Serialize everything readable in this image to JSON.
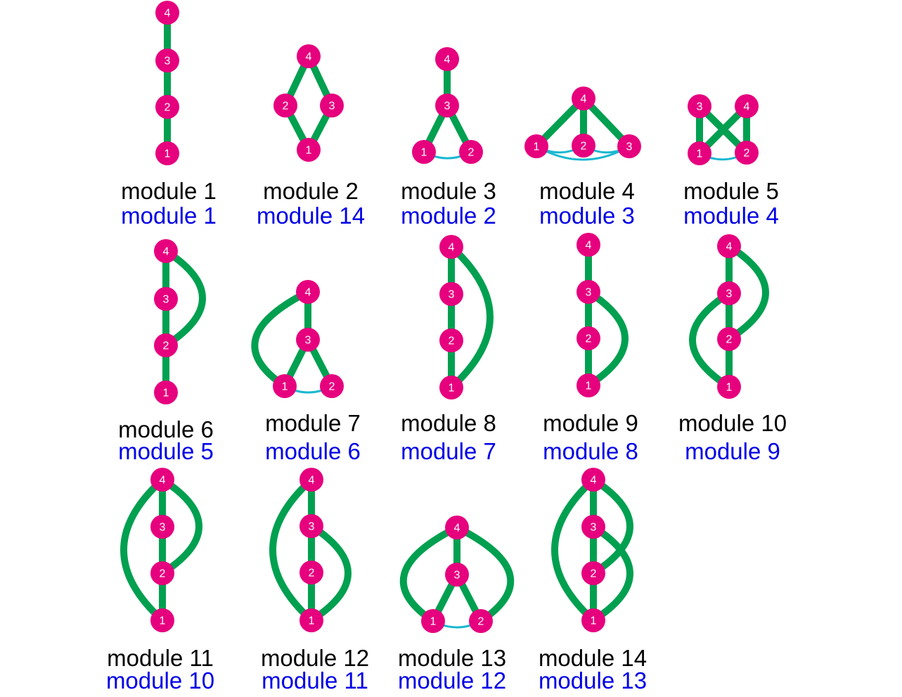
{
  "colors": {
    "node": "#e6007e",
    "node_text": "#ffffff",
    "strong_edge": "#00a050",
    "weak_edge": "#1ab8d0",
    "primary_label": "#000000",
    "secondary_label": "#0000e6"
  },
  "modules": [
    {
      "primary": "module 1",
      "secondary": "module 1",
      "nodes": [
        "1",
        "2",
        "3",
        "4"
      ]
    },
    {
      "primary": "module 2",
      "secondary": "module 14",
      "nodes": [
        "1",
        "2",
        "3",
        "4"
      ]
    },
    {
      "primary": "module 3",
      "secondary": "module 2",
      "nodes": [
        "1",
        "2",
        "3",
        "4"
      ]
    },
    {
      "primary": "module 4",
      "secondary": "module 3",
      "nodes": [
        "1",
        "2",
        "3",
        "4"
      ]
    },
    {
      "primary": "module 5",
      "secondary": "module 4",
      "nodes": [
        "1",
        "2",
        "3",
        "4"
      ]
    },
    {
      "primary": "module 6",
      "secondary": "module 5",
      "nodes": [
        "1",
        "2",
        "3",
        "4"
      ]
    },
    {
      "primary": "module 7",
      "secondary": "module 6",
      "nodes": [
        "1",
        "2",
        "3",
        "4"
      ]
    },
    {
      "primary": "module 8",
      "secondary": "module 7",
      "nodes": [
        "1",
        "2",
        "3",
        "4"
      ]
    },
    {
      "primary": "module 9",
      "secondary": "module 8",
      "nodes": [
        "1",
        "2",
        "3",
        "4"
      ]
    },
    {
      "primary": "module 10",
      "secondary": "module 9",
      "nodes": [
        "1",
        "2",
        "3",
        "4"
      ]
    },
    {
      "primary": "module 11",
      "secondary": "module 10",
      "nodes": [
        "1",
        "2",
        "3",
        "4"
      ]
    },
    {
      "primary": "module 12",
      "secondary": "module 11",
      "nodes": [
        "1",
        "2",
        "3",
        "4"
      ]
    },
    {
      "primary": "module 13",
      "secondary": "module 12",
      "nodes": [
        "1",
        "2",
        "3",
        "4"
      ]
    },
    {
      "primary": "module 14",
      "secondary": "module 13",
      "nodes": [
        "1",
        "2",
        "3",
        "4"
      ]
    }
  ]
}
